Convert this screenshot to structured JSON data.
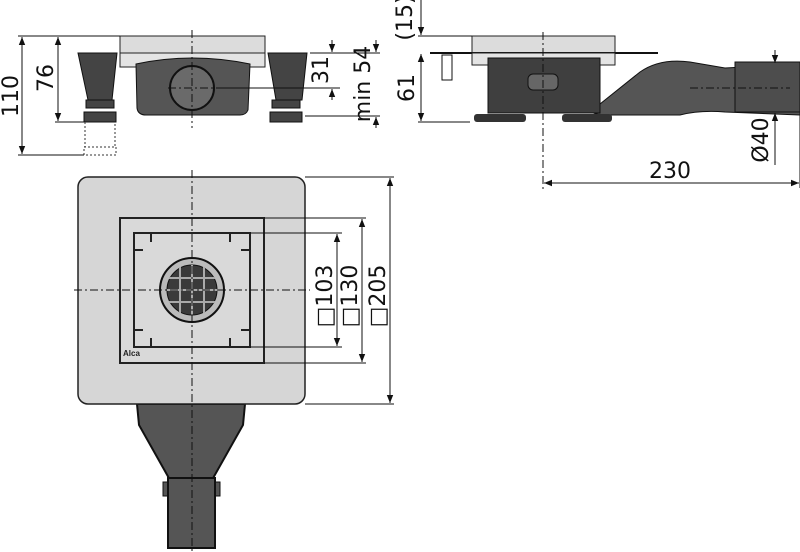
{
  "front_view": {
    "dims": {
      "overall_height": "110",
      "height": "76",
      "outlet_axis": "31",
      "min_height": "min 54"
    }
  },
  "side_view": {
    "dims": {
      "tile_thickness": "(15)",
      "height": "61",
      "outlet_diameter": "Ø40",
      "length": "230"
    }
  },
  "top_view": {
    "dims": {
      "grate": "□103",
      "frame": "□130",
      "flange": "□205"
    },
    "logo": "Alca"
  },
  "colors": {
    "body": "#4a4a4a",
    "plate": "#d9d9d9",
    "flange": "#d6d6d6",
    "line": "#111111"
  }
}
